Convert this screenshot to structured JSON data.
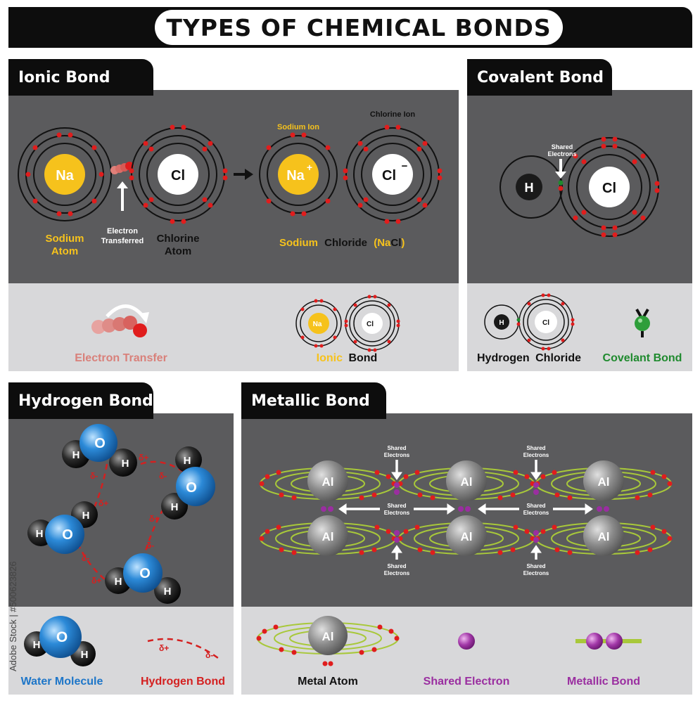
{
  "title": "TYPES OF CHEMICAL BONDS",
  "ionic": {
    "tab": "Ionic Bond",
    "na": "Na",
    "cl": "Cl",
    "na_ion": "Na",
    "cl_ion": "Cl",
    "plus": "+",
    "minus": "−",
    "sodium_ion_label": "Sodium Ion",
    "chlorine_ion_label": "Chlorine Ion",
    "sodium_atom_1": "Sodium",
    "sodium_atom_2": "Atom",
    "electron_1": "Electron",
    "electron_2": "Transferred",
    "chlorine_atom_1": "Chlorine",
    "chlorine_atom_2": "Atom",
    "product_sodium": "Sodium",
    "product_chloride": "Chloride",
    "product_open": "(",
    "product_na": "Na",
    "product_cl": "Cl",
    "product_close": ")",
    "legend_transfer": "Electron Transfer",
    "legend_ionic": "Ionic",
    "legend_bond": "Bond",
    "colors": {
      "sodium": "#f6c21c",
      "electron": "#e01d1d",
      "transfer": "#d9807a"
    }
  },
  "covalent": {
    "tab": "Covalent Bond",
    "h": "H",
    "cl": "Cl",
    "shared_1": "Shared",
    "shared_2": "Electrons",
    "legend_hcl_1": "Hydrogen",
    "legend_hcl_2": "Chloride",
    "legend_bond": "Covelant Bond",
    "colors": {
      "bond": "#1f8a2e"
    }
  },
  "hydrogen": {
    "tab": "Hydrogen Bond",
    "o": "O",
    "h": "H",
    "delta_plus": "δ+",
    "delta_minus": "δ-",
    "legend_water": "Water Molecule",
    "legend_hbond": "Hydrogen Bond",
    "colors": {
      "oxygen": "#1e76c8",
      "hbond": "#d42020"
    }
  },
  "metallic": {
    "tab": "Metallic Bond",
    "al": "Al",
    "shared_1": "Shared",
    "shared_2": "Electrons",
    "legend_atom": "Metal Atom",
    "legend_shared": "Shared Electron",
    "legend_bond": "Metallic Bond",
    "colors": {
      "shared": "#9a2ea0",
      "orbit": "#a8c83a"
    }
  },
  "watermark_id": "Adobe Stock | #500623826"
}
